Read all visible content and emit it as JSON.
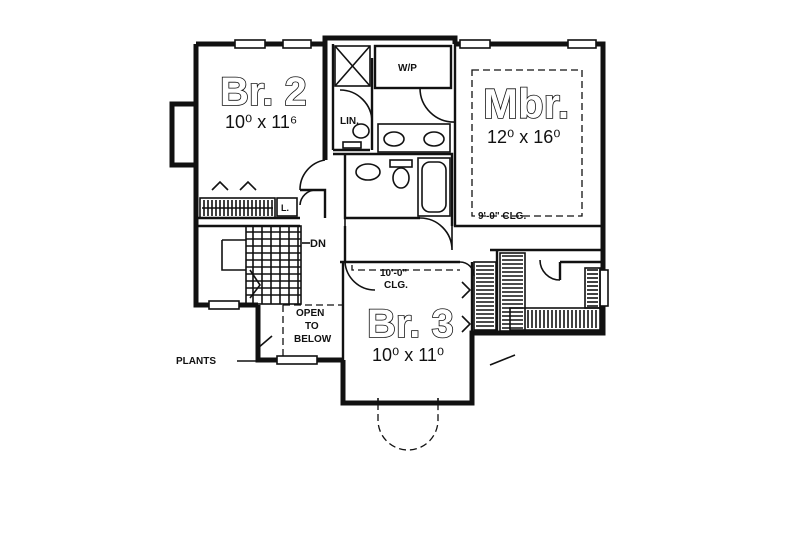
{
  "rooms": {
    "br2": {
      "name": "Br. 2",
      "dim": "10⁰ x 11⁶"
    },
    "mbr": {
      "name": "Mbr.",
      "dim": "12⁰ x 16⁰"
    },
    "br3": {
      "name": "Br. 3",
      "dim": "10⁰ x 11⁰"
    }
  },
  "labels": {
    "wp": "W/P",
    "lin": "LIN.",
    "linen_small": "L.",
    "stair_down": "DN",
    "open_to_below": [
      "OPEN",
      "TO",
      "BELOW"
    ],
    "plants": "PLANTS",
    "mbr_ceiling": "9'-0\" CLG.",
    "br3_ceiling": [
      "10'-0\"",
      "CLG."
    ]
  }
}
